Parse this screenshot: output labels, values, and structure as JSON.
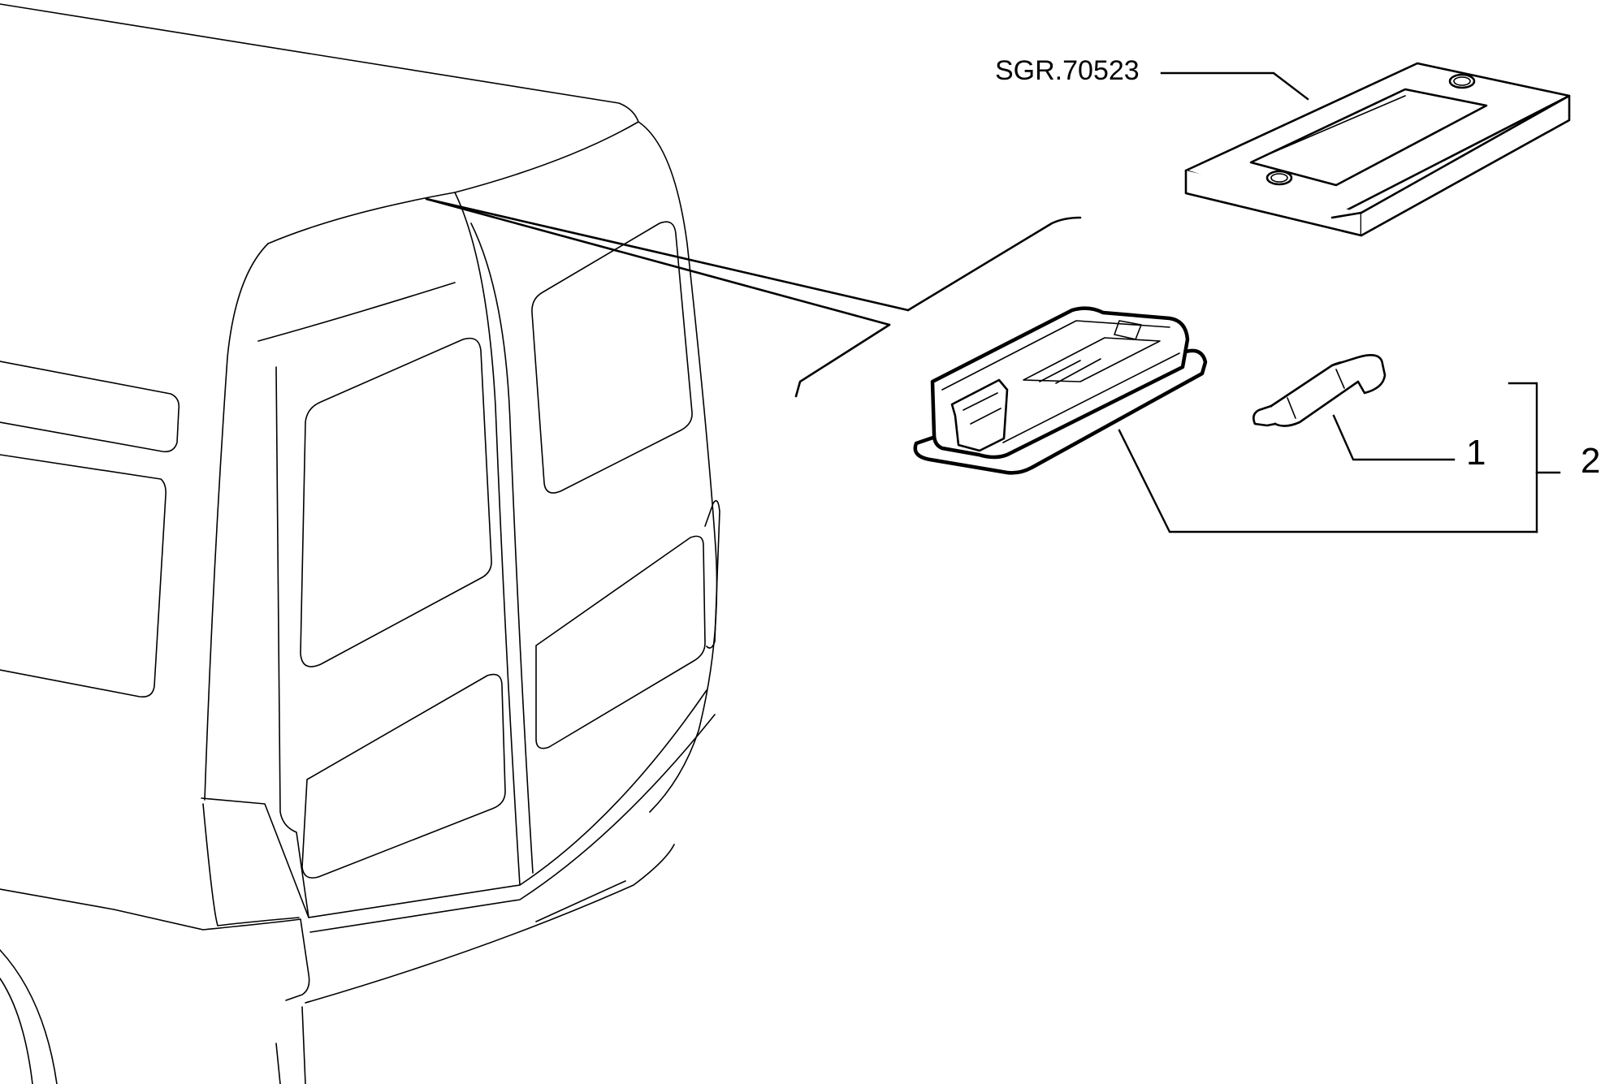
{
  "diagram": {
    "labels": {
      "reference": "SGR.70523",
      "item_1": "1",
      "item_2": "2"
    },
    "colors": {
      "line": "#000000",
      "background": "#ffffff"
    }
  }
}
